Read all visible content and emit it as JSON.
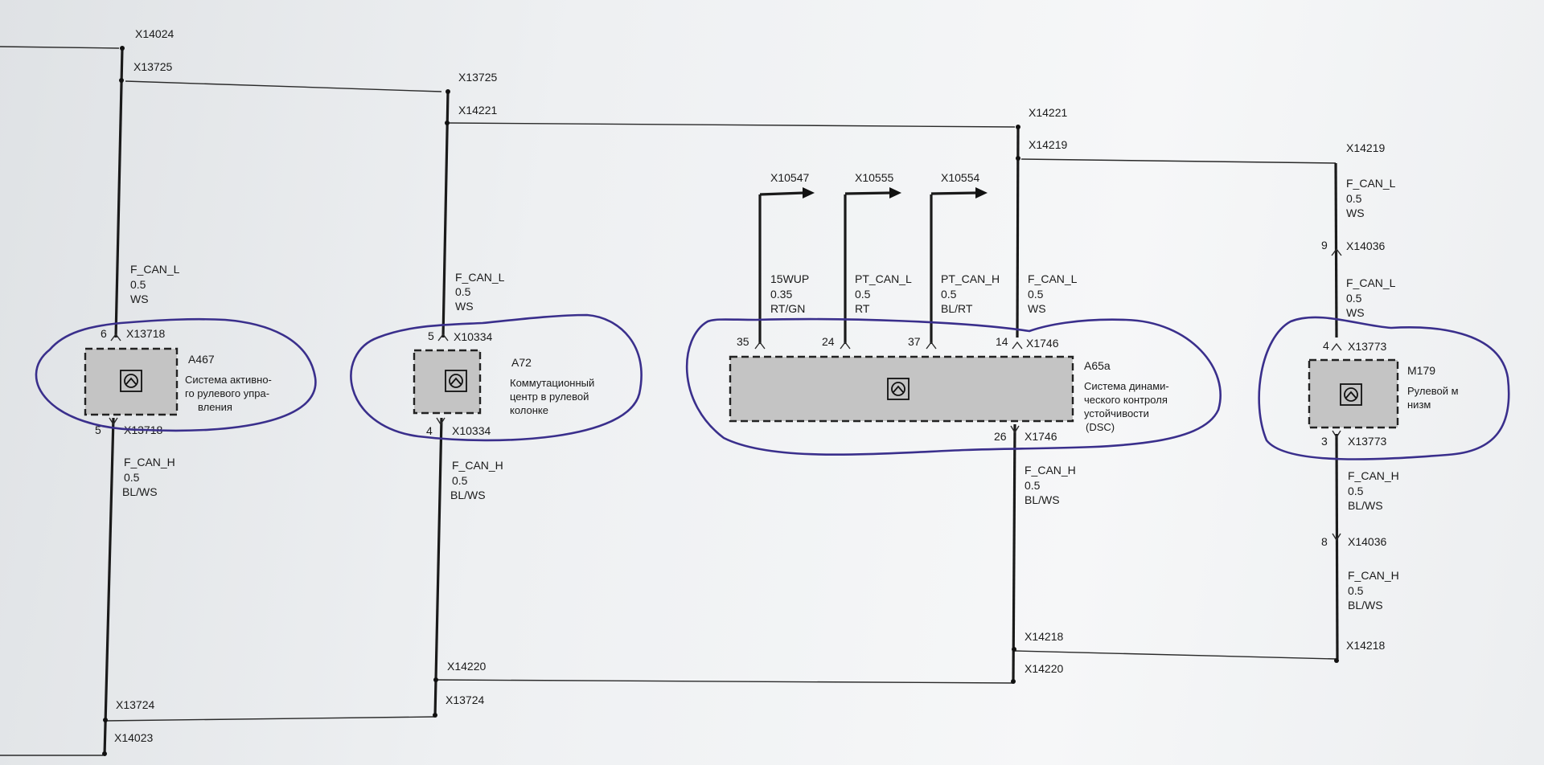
{
  "diagram": {
    "connectors": {
      "c1_top_a": "X14024",
      "c1_top_b": "X13725",
      "c1_bot_a": "X13724",
      "c1_bot_b": "X14023",
      "c2_top_a": "X13725",
      "c2_top_b": "X14221",
      "c2_bot_a": "X14220",
      "c2_bot_b": "X13724",
      "c3_top_a": "X14221",
      "c3_top_b": "X14219",
      "c3_bot_a": "X14218",
      "c3_bot_b": "X14220",
      "c4_top": "X14219",
      "c4_mid_top": "X14036",
      "c4_mid_bot": "X14036",
      "c4_bot": "X14218",
      "out1": "X10547",
      "out2": "X10555",
      "out3": "X10554"
    },
    "modules": [
      {
        "id": "A467",
        "desc": [
          "Система активно-",
          "го рулевого упра-",
          "вления"
        ],
        "pin_top": "6",
        "conn_top": "X13718",
        "pin_bot": "5",
        "conn_bot": "X13718",
        "wire_top": [
          "F_CAN_L",
          "0.5",
          "WS"
        ],
        "wire_bot": [
          "F_CAN_H",
          "0.5",
          "BL/WS"
        ]
      },
      {
        "id": "A72",
        "desc": [
          "Коммутационный",
          "центр в рулевой",
          "колонке"
        ],
        "pin_top": "5",
        "conn_top": "X10334",
        "pin_bot": "4",
        "conn_bot": "X10334",
        "wire_top": [
          "F_CAN_L",
          "0.5",
          "WS"
        ],
        "wire_bot": [
          "F_CAN_H",
          "0.5",
          "BL/WS"
        ]
      },
      {
        "id": "A65a",
        "desc": [
          "Система динами-",
          "ческого контроля",
          "устойчивости",
          "(DSC)"
        ],
        "pins_top": [
          "35",
          "24",
          "37",
          "14"
        ],
        "conn_top": "X1746",
        "pin_bot": "26",
        "conn_bot": "X1746",
        "wires_top": [
          [
            "15WUP",
            "0.35",
            "RT/GN"
          ],
          [
            "PT_CAN_L",
            "0.5",
            "RT"
          ],
          [
            "PT_CAN_H",
            "0.5",
            "BL/RT"
          ],
          [
            "F_CAN_L",
            "0.5",
            "WS"
          ]
        ],
        "wire_bot": [
          "F_CAN_H",
          "0.5",
          "BL/WS"
        ]
      },
      {
        "id": "M179",
        "desc": [
          "Рулевой м",
          "низм"
        ],
        "pin_top": "4",
        "conn_top": "X13773",
        "pin_bot": "3",
        "conn_bot": "X13773",
        "pin_mid_top": "9",
        "pin_mid_bot": "8",
        "wire_top_upper": [
          "F_CAN_L",
          "0.5",
          "WS"
        ],
        "wire_top": [
          "F_CAN_L",
          "0.5",
          "WS"
        ],
        "wire_bot": [
          "F_CAN_H",
          "0.5",
          "BL/WS"
        ],
        "wire_bot_lower": [
          "F_CAN_H",
          "0.5",
          "BL/WS"
        ]
      }
    ]
  }
}
